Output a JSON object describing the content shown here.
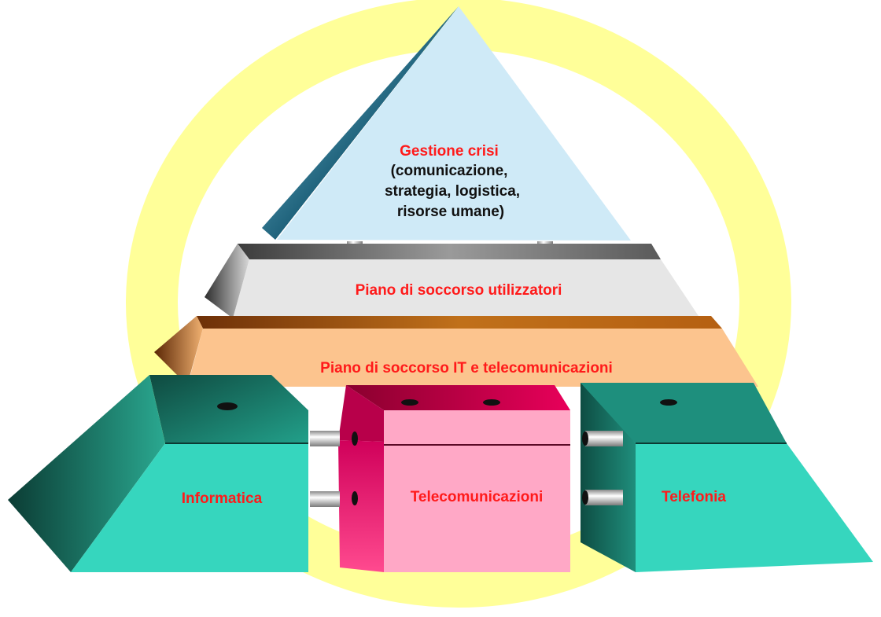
{
  "pyramid": {
    "title": "Gestione crisi",
    "details": [
      "(comunicazione,",
      "strategia, logistica,",
      "risorse umane)"
    ]
  },
  "layers": {
    "user_recovery": "Piano di soccorso utilizzatori",
    "it_telecom_recovery": "Piano di soccorso IT e telecomunicazioni"
  },
  "blocks": {
    "informatica": "Informatica",
    "telecomunicazioni": "Telecomunicazioni",
    "telefonia": "Telefonia"
  },
  "colors": {
    "ring": "#ffff99",
    "pyramid": "#cfeaf7",
    "grey_slab": "#e6e6e6",
    "orange_slab": "#fcc48e",
    "teal_blocks": "#36d6be",
    "pink_block": "#ffa8c6",
    "label_red": "#ff1a1a"
  }
}
